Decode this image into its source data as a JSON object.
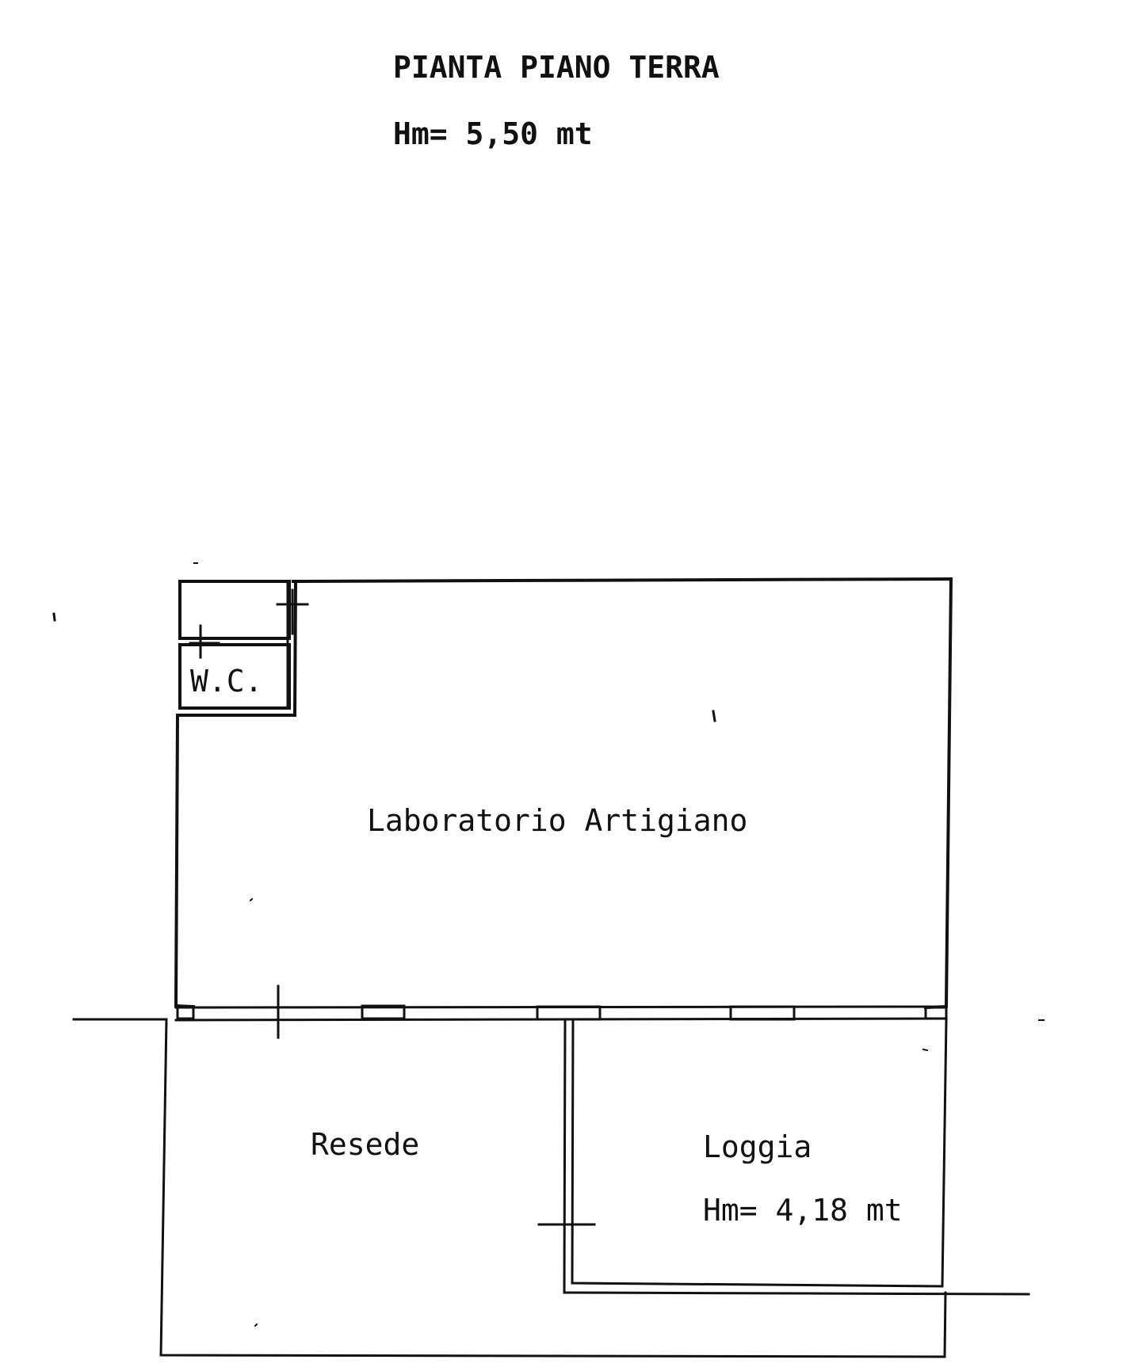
{
  "drawing": {
    "title": "PIANTA PIANO TERRA",
    "height_note": "Hm= 5,50 mt"
  },
  "rooms": {
    "wc": "W.C.",
    "laboratorio": "Laboratorio Artigiano",
    "resede": "Resede",
    "loggia": "Loggia",
    "loggia_height": "Hm= 4,18 mt"
  },
  "colors": {
    "ink": "#111111",
    "paper": "#ffffff"
  }
}
